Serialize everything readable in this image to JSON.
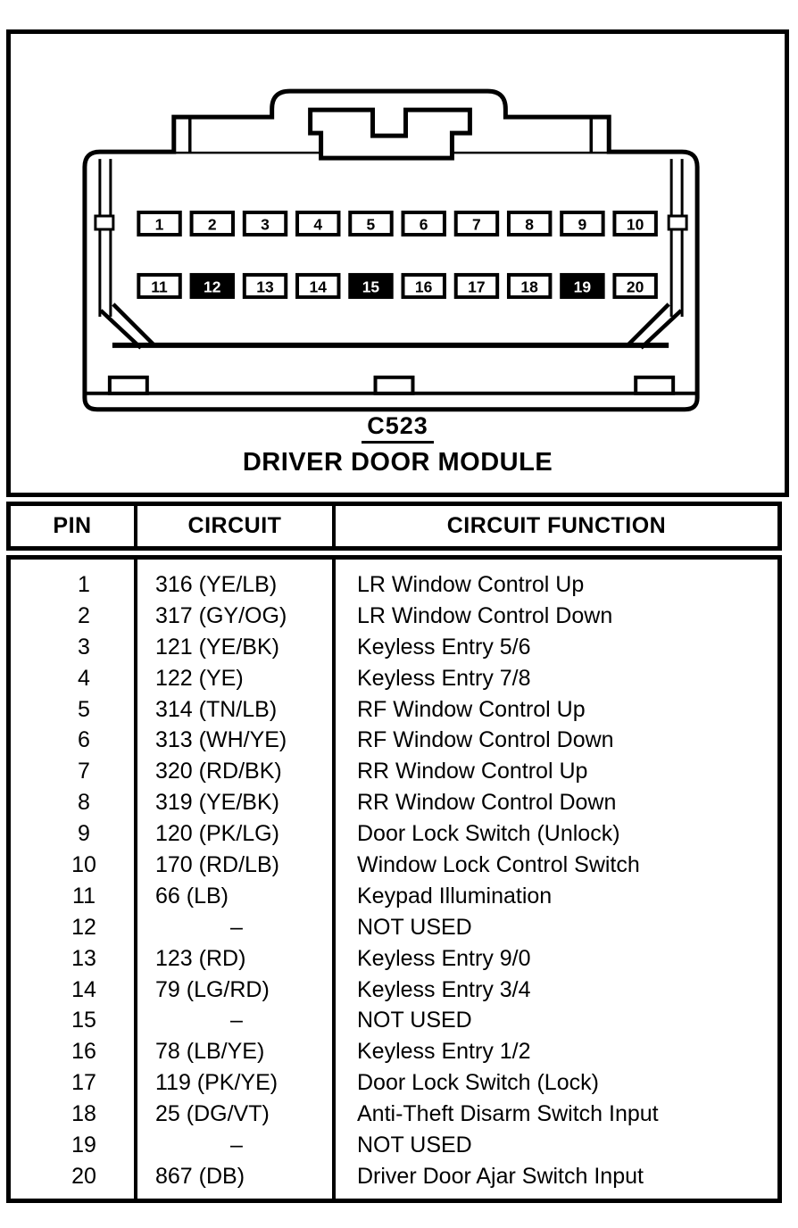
{
  "page": {
    "connector_label": "C523",
    "module_name": "DRIVER DOOR MODULE"
  },
  "colors": {
    "ink": "#000000",
    "paper": "#ffffff"
  },
  "connector": {
    "top_row_pins": [
      {
        "label": "1",
        "filled": false
      },
      {
        "label": "2",
        "filled": false
      },
      {
        "label": "3",
        "filled": false
      },
      {
        "label": "4",
        "filled": false
      },
      {
        "label": "5",
        "filled": false
      },
      {
        "label": "6",
        "filled": false
      },
      {
        "label": "7",
        "filled": false
      },
      {
        "label": "8",
        "filled": false
      },
      {
        "label": "9",
        "filled": false
      },
      {
        "label": "10",
        "filled": false
      }
    ],
    "bottom_row_pins": [
      {
        "label": "11",
        "filled": false
      },
      {
        "label": "12",
        "filled": true
      },
      {
        "label": "13",
        "filled": false
      },
      {
        "label": "14",
        "filled": false
      },
      {
        "label": "15",
        "filled": true
      },
      {
        "label": "16",
        "filled": false
      },
      {
        "label": "17",
        "filled": false
      },
      {
        "label": "18",
        "filled": false
      },
      {
        "label": "19",
        "filled": true
      },
      {
        "label": "20",
        "filled": false
      }
    ]
  },
  "table": {
    "headers": [
      "PIN",
      "CIRCUIT",
      "CIRCUIT FUNCTION"
    ],
    "rows": [
      {
        "pin": "1",
        "circuit": "316 (YE/LB)",
        "function": "LR Window Control Up"
      },
      {
        "pin": "2",
        "circuit": "317 (GY/OG)",
        "function": "LR Window Control Down"
      },
      {
        "pin": "3",
        "circuit": "121 (YE/BK)",
        "function": "Keyless Entry 5/6"
      },
      {
        "pin": "4",
        "circuit": "122 (YE)",
        "function": "Keyless Entry 7/8"
      },
      {
        "pin": "5",
        "circuit": "314 (TN/LB)",
        "function": "RF Window Control Up"
      },
      {
        "pin": "6",
        "circuit": "313 (WH/YE)",
        "function": "RF Window Control Down"
      },
      {
        "pin": "7",
        "circuit": "320 (RD/BK)",
        "function": "RR Window Control Up"
      },
      {
        "pin": "8",
        "circuit": "319 (YE/BK)",
        "function": "RR Window Control Down"
      },
      {
        "pin": "9",
        "circuit": "120 (PK/LG)",
        "function": "Door Lock Switch (Unlock)"
      },
      {
        "pin": "10",
        "circuit": "170 (RD/LB)",
        "function": "Window Lock Control Switch"
      },
      {
        "pin": "11",
        "circuit": "66 (LB)",
        "function": "Keypad Illumination"
      },
      {
        "pin": "12",
        "circuit": "–",
        "function": "NOT USED"
      },
      {
        "pin": "13",
        "circuit": "123 (RD)",
        "function": "Keyless Entry 9/0"
      },
      {
        "pin": "14",
        "circuit": "79 (LG/RD)",
        "function": "Keyless Entry 3/4"
      },
      {
        "pin": "15",
        "circuit": "–",
        "function": "NOT USED"
      },
      {
        "pin": "16",
        "circuit": "78 (LB/YE)",
        "function": "Keyless Entry 1/2"
      },
      {
        "pin": "17",
        "circuit": "119 (PK/YE)",
        "function": "Door Lock Switch (Lock)"
      },
      {
        "pin": "18",
        "circuit": "25 (DG/VT)",
        "function": "Anti-Theft Disarm Switch Input"
      },
      {
        "pin": "19",
        "circuit": "–",
        "function": "NOT USED"
      },
      {
        "pin": "20",
        "circuit": "867 (DB)",
        "function": "Driver Door Ajar Switch Input"
      }
    ]
  }
}
